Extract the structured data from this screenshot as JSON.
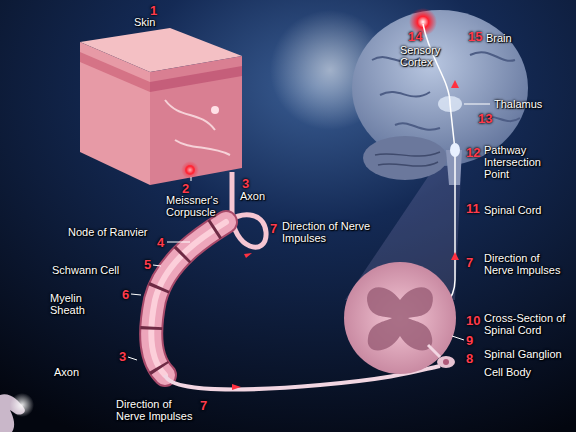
{
  "diagram": {
    "labels": [
      "1",
      "Skin",
      "2",
      "Meissner's Corpuscle",
      "3",
      "Axon",
      "Node of Ranvier",
      "4",
      "7",
      "Direction of Nerve Impulses",
      "5",
      "Schwann Cell",
      "6",
      "Myelin Sheath",
      "3",
      "Axon",
      "7",
      "Direction of Nerve Impulses",
      "14",
      "15",
      "Sensory Cortex",
      "Brain",
      "Thalamus",
      "13",
      "12",
      "Pathway Intersection Point",
      "11",
      "Spinal Cord",
      "7",
      "Direction of Nerve Impulses",
      "10",
      "Cross-Section of Spinal Cord",
      "9",
      "8",
      "Spinal Ganglion",
      "Cell Body"
    ]
  }
}
